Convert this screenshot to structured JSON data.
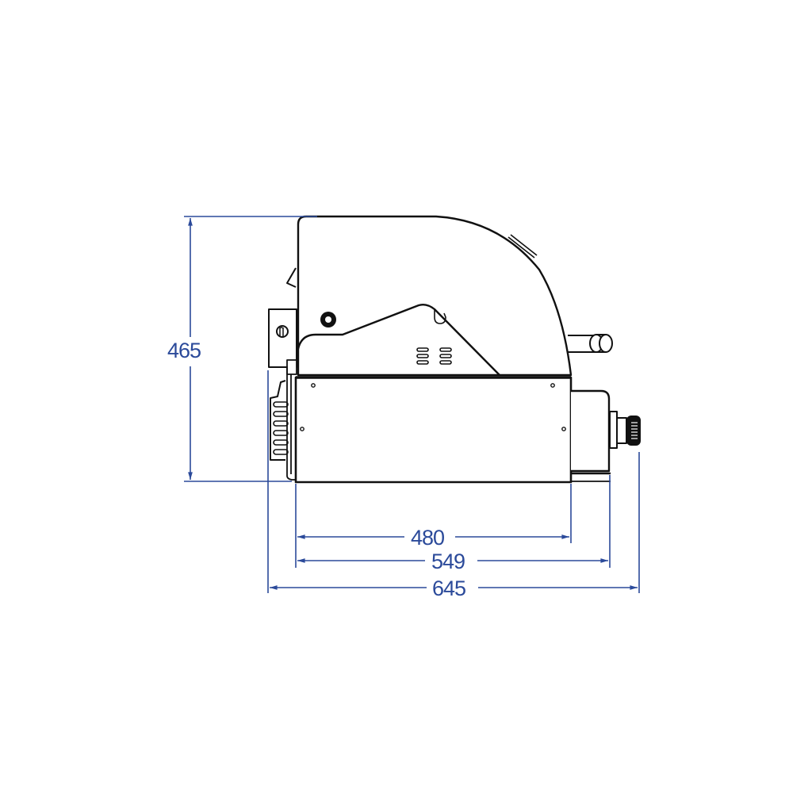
{
  "diagram": {
    "type": "technical-dimension-drawing",
    "view": "side elevation",
    "subject": "built-in gas grill with hood",
    "units": "mm",
    "colors": {
      "dimension_line": "#2b4a9a",
      "outline": "#111111",
      "background": "#ffffff"
    }
  },
  "dimensions": {
    "height": {
      "label": "465",
      "orientation": "vertical"
    },
    "body_depth": {
      "label": "480",
      "orientation": "horizontal"
    },
    "depth_with_control_box": {
      "label": "549",
      "orientation": "horizontal"
    },
    "overall_depth": {
      "label": "645",
      "orientation": "horizontal"
    }
  }
}
